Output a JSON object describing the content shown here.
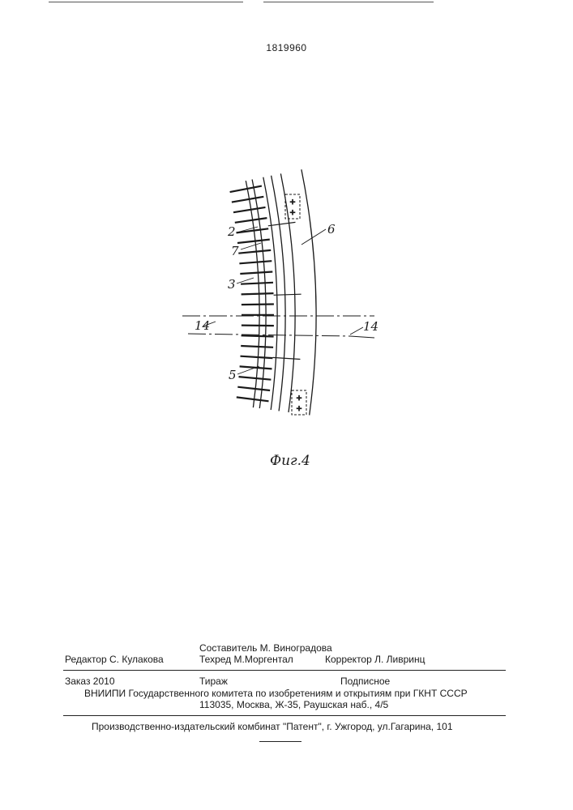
{
  "document": {
    "patent_number": "1819960"
  },
  "figure": {
    "caption": "Фиг.4",
    "labels": {
      "l2": "2",
      "l7": "7",
      "l3": "3",
      "l6": "6",
      "l14a": "14",
      "l14b": "14",
      "l5": "5"
    }
  },
  "imprint": {
    "compiler": "Составитель  М. Виноградова",
    "editor": "Редактор  С. Кулакова",
    "techred": "Техред М.Моргентал",
    "corrector": "Корректор  Л. Ливринц",
    "order": "Заказ  2010",
    "circulation": "Тираж",
    "subscription": "Подписное",
    "vniipi": "ВНИИПИ Государственного комитета по изобретениям и открытиям при ГКНТ СССР",
    "address": "113035, Москва, Ж-35, Раушская наб., 4/5",
    "publisher": "Производственно-издательский комбинат \"Патент\", г. Ужгород, ул.Гагарина, 101"
  }
}
